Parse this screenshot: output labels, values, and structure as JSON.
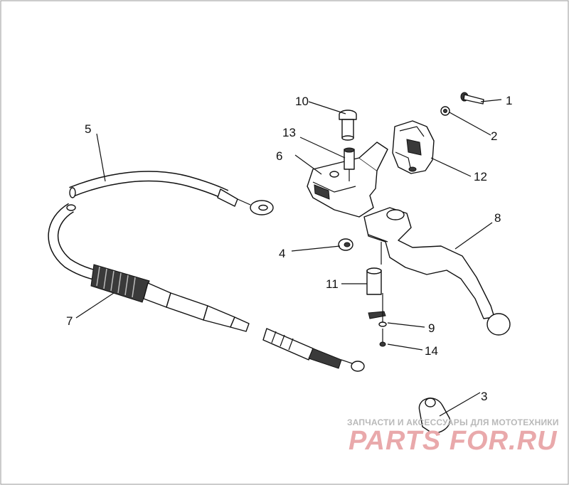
{
  "diagram": {
    "callouts": [
      {
        "id": "1",
        "label": "1"
      },
      {
        "id": "2",
        "label": "2"
      },
      {
        "id": "3",
        "label": "3"
      },
      {
        "id": "4",
        "label": "4"
      },
      {
        "id": "5",
        "label": "5"
      },
      {
        "id": "6",
        "label": "6"
      },
      {
        "id": "7",
        "label": "7"
      },
      {
        "id": "8",
        "label": "8"
      },
      {
        "id": "9",
        "label": "9"
      },
      {
        "id": "10",
        "label": "10"
      },
      {
        "id": "11",
        "label": "11"
      },
      {
        "id": "12",
        "label": "12"
      },
      {
        "id": "13",
        "label": "13"
      },
      {
        "id": "14",
        "label": "14"
      }
    ]
  },
  "watermark": {
    "tagline": "ЗАПЧАСТИ И АКСЕССУАРЫ ДЛЯ МОТОТЕХНИКИ",
    "logo_text": "PARTS FOR.RU"
  }
}
